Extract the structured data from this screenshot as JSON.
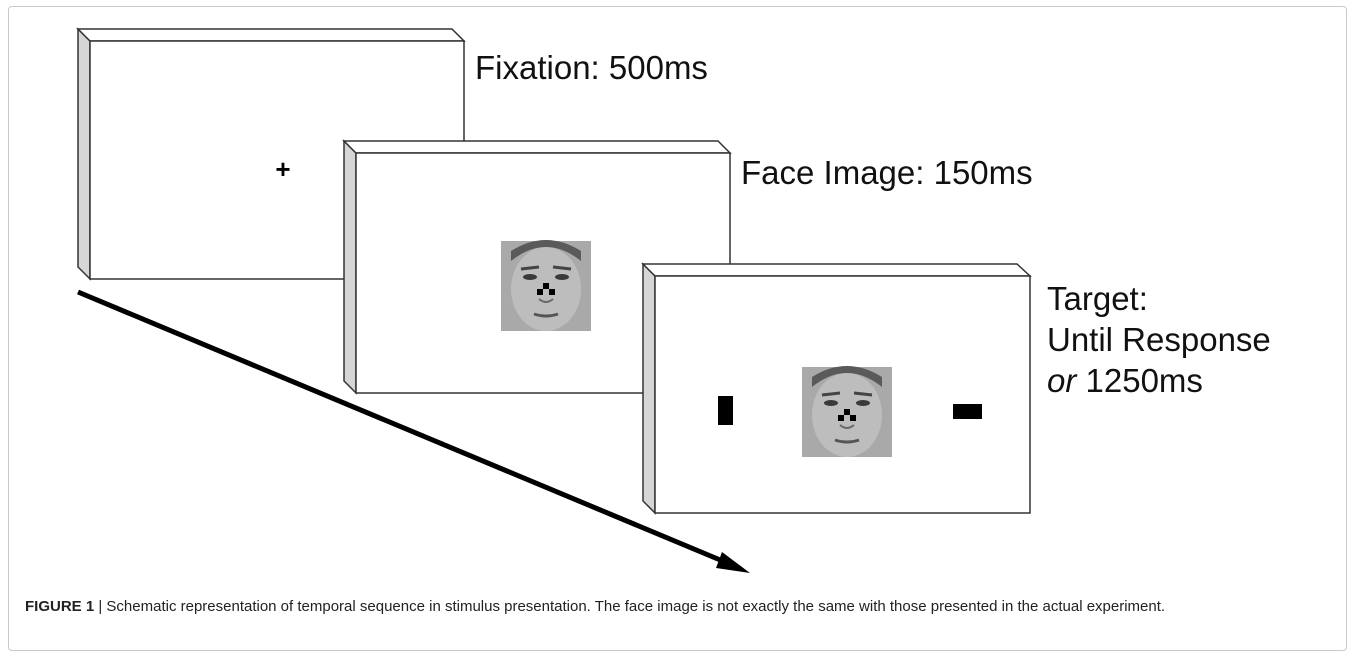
{
  "stages": [
    {
      "label": "Fixation: 500ms",
      "fixation_symbol": "+"
    },
    {
      "label": "Face Image: 150ms"
    },
    {
      "label_lines": [
        "Target:",
        "Until Response"
      ],
      "label_last_line": {
        "italic": "or",
        "rest": " 1250ms"
      }
    }
  ],
  "caption": {
    "figure_number": "FIGURE 1",
    "separator": " | ",
    "text": "Schematic representation of temporal sequence in stimulus presentation. The face image is not exactly the same with those presented in the actual experiment."
  },
  "colors": {
    "panel_side": "#d6d6d6",
    "stroke": "#333333",
    "target_bar": "#000000",
    "face_bg": "#a9a9a9"
  },
  "icons": [
    "time-arrow-icon",
    "face-photo-icon",
    "vertical-bar-target-icon",
    "horizontal-bar-target-icon"
  ]
}
